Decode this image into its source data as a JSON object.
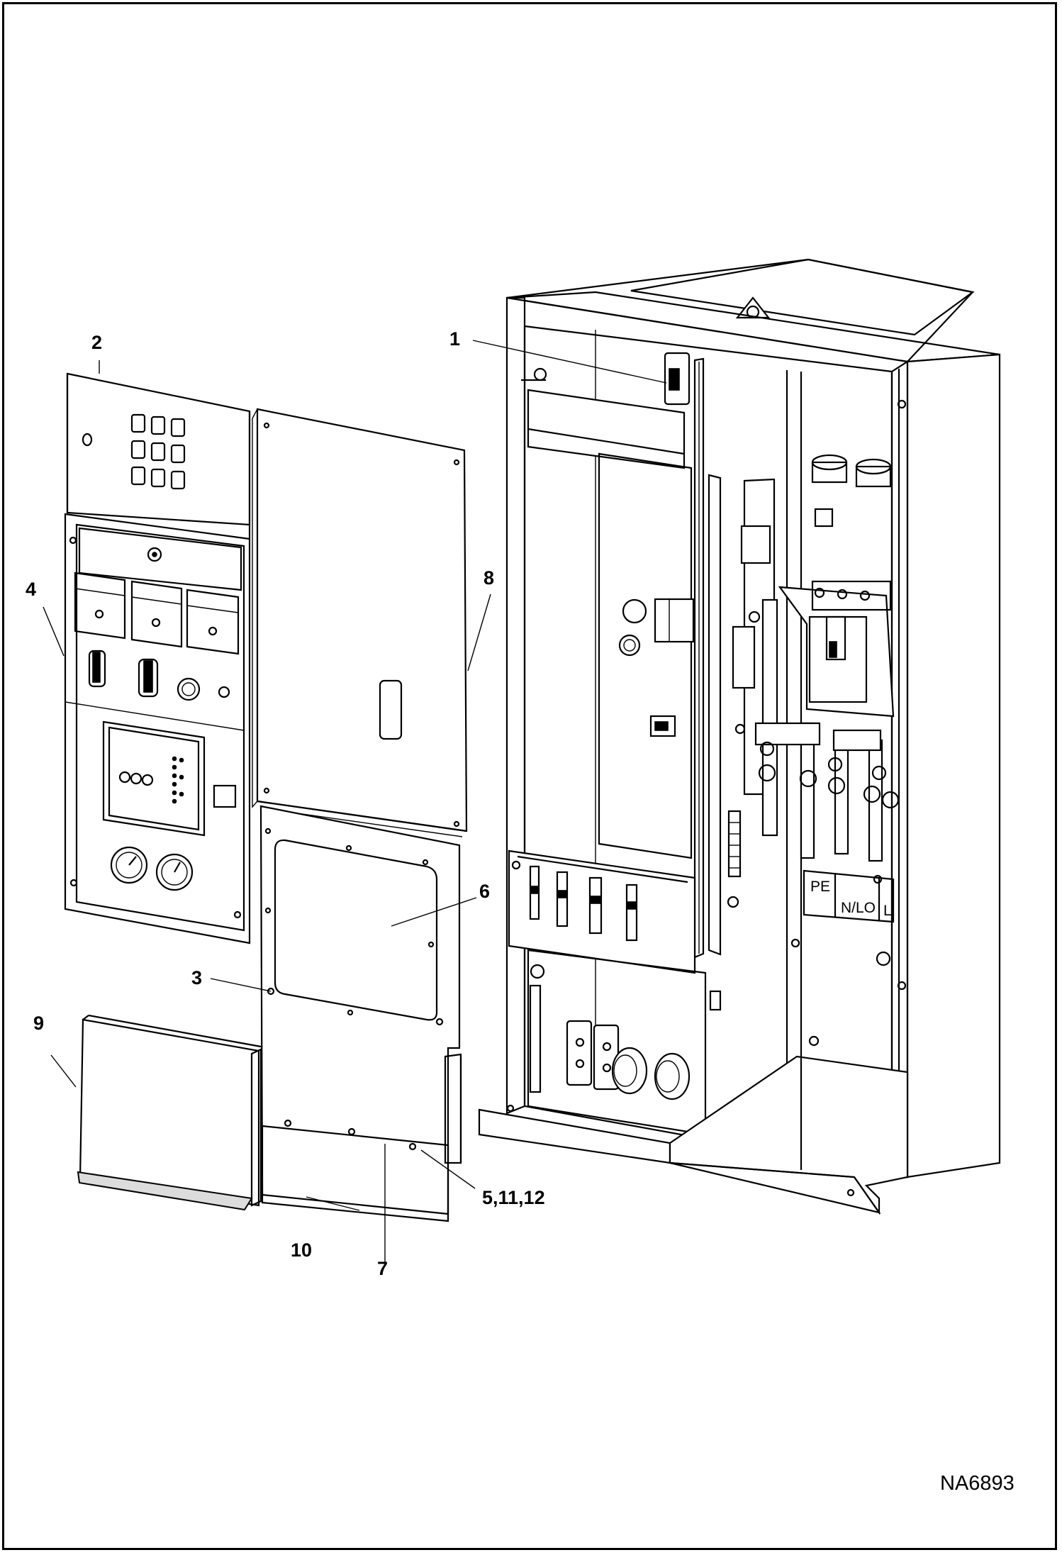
{
  "figure_id": "NA6893",
  "callouts": [
    {
      "id": "callout-1",
      "label": "1"
    },
    {
      "id": "callout-2",
      "label": "2"
    },
    {
      "id": "callout-3",
      "label": "3"
    },
    {
      "id": "callout-4",
      "label": "4"
    },
    {
      "id": "callout-5-11-12",
      "label": "5,11,12"
    },
    {
      "id": "callout-6",
      "label": "6"
    },
    {
      "id": "callout-7",
      "label": "7"
    },
    {
      "id": "callout-8",
      "label": "8"
    },
    {
      "id": "callout-9",
      "label": "9"
    },
    {
      "id": "callout-10",
      "label": "10"
    }
  ],
  "terminal_labels": {
    "pe": "PE",
    "nlo": "N/LO",
    "l": "L"
  }
}
